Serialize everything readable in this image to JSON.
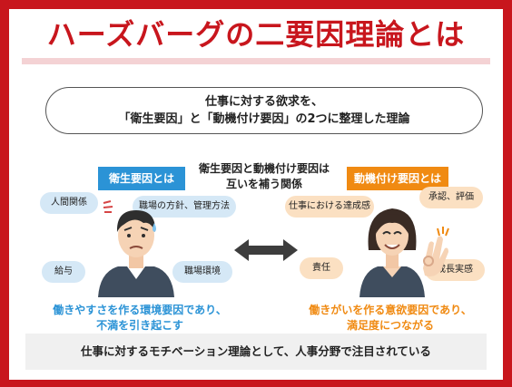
{
  "title": "ハーズバーグの二要因理論とは",
  "subtitle": {
    "line1": "仕事に対する欲求を、",
    "line2": "「衛生要因」と「動機付け要因」の2つに整理した理論"
  },
  "hygiene": {
    "label": "衛生要因とは",
    "bubbles": [
      "人間関係",
      "職場の方針、管理方法",
      "給与",
      "職場環境"
    ],
    "caption_line1": "働きやすさを作る環境要因であり、",
    "caption_line2": "不満を引き起こす"
  },
  "center": {
    "line1": "衛生要因と動機付け要因は",
    "line2": "互いを補う関係"
  },
  "motivation": {
    "label": "動機付け要因とは",
    "bubbles": [
      "仕事における達成感",
      "承認、評価",
      "責任",
      "成長実感"
    ],
    "caption_line1": "働きがいを作る意欲要因であり、",
    "caption_line2": "満足度につながる"
  },
  "footer": "仕事に対するモチベーション理論として、人事分野で注目されている",
  "colors": {
    "brand_red": "#c8161d",
    "hygiene_blue": "#2b93d6",
    "motivation_orange": "#f08a12"
  }
}
